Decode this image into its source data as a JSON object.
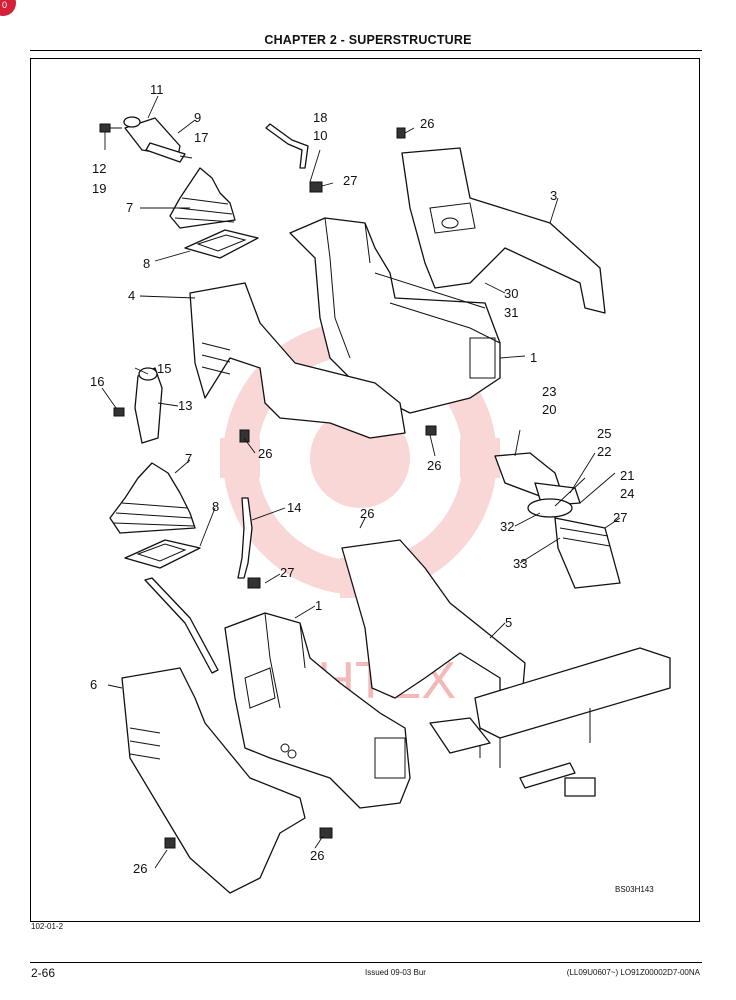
{
  "header": {
    "title": "CHAPTER 2 - SUPERSTRUCTURE"
  },
  "corner_mark": {
    "text": "0"
  },
  "figure": {
    "code": "BS03H143",
    "watermark": "ИНТЕХ",
    "callouts": {
      "c11": "11",
      "c9": "9",
      "c17": "17",
      "c12": "12",
      "c19": "19",
      "c18": "18",
      "c10": "10",
      "c26a": "26",
      "c27a": "27",
      "c3": "3",
      "c7a": "7",
      "c8a": "8",
      "c4": "4",
      "c30": "30",
      "c31": "31",
      "c1a": "1",
      "c15": "15",
      "c16": "16",
      "c13": "13",
      "c23": "23",
      "c20": "20",
      "c26b": "26",
      "c26c": "26",
      "c25": "25",
      "c22": "22",
      "c21": "21",
      "c24": "24",
      "c7b": "7",
      "c14": "14",
      "c26d": "26",
      "c32": "32",
      "c27b": "27",
      "c8b": "8",
      "c33": "33",
      "c27c": "27",
      "c1b": "1",
      "c5": "5",
      "c6": "6",
      "c26e": "26",
      "c26f": "26"
    }
  },
  "footer": {
    "ref": "102-01-2",
    "page_number": "2-66",
    "issued": "Issued 09-03   Bur",
    "doc_code": "(LL09U0607~)   LO91Z00002D7-00NA"
  },
  "colors": {
    "watermark": "#f5b8b8",
    "corner_mark": "#d4213a",
    "line": "#111111"
  }
}
